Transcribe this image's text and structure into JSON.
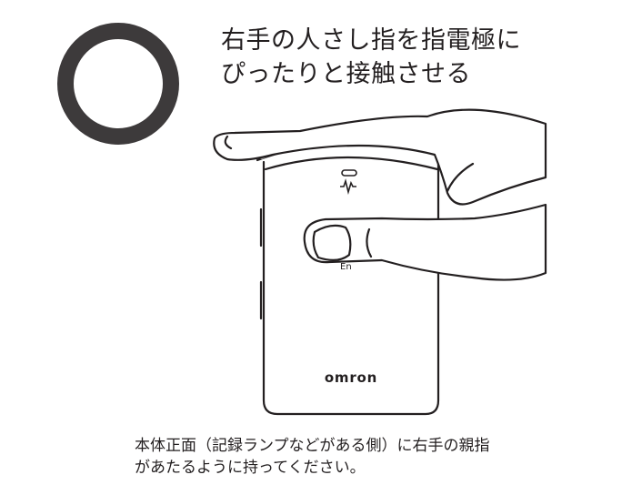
{
  "mark": {
    "icon": "correct-circle-icon",
    "color": "#3d3a3b"
  },
  "instruction": {
    "line1": "右手の人さし指を指電極に",
    "line2": "ぴったりと接触させる"
  },
  "device": {
    "brand": "omron",
    "bottom_label": "En",
    "electrode_highlight_color": "#9b9b9b"
  },
  "caption": {
    "line1": "本体正面（記録ランプなどがある側）に右手の親指",
    "line2": "があたるように持ってください。"
  }
}
